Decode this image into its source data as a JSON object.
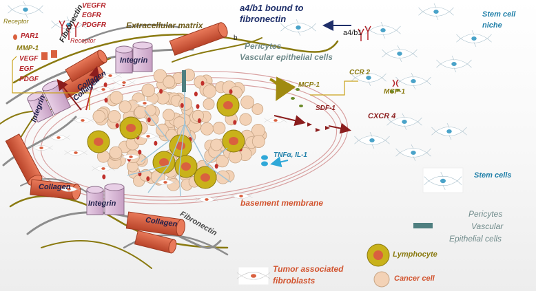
{
  "labels": {
    "receptor_left": "Receptor",
    "receptor_mid": "Receptor",
    "vegfr": "VEGFR",
    "egfr": "EGFR",
    "pdgfr": "PDGFR",
    "par1": "PAR1",
    "mmp1": "MMP-1",
    "vegf": "VEGF",
    "egf": "EGF",
    "pdgf": "PDGF",
    "ecm": "Extracellular matrix",
    "a4b1_line1": "a4/b1 bound to",
    "a4b1_line2": "fibronectin",
    "a4b1_arrow": "a4/b1",
    "b_small": "b",
    "pericytes_top_1": "Pericytes",
    "pericytes_top_2": "Vascular epithelial cells",
    "stem_niche_1": "Stem cell",
    "stem_niche_2": "niche",
    "mcp1_top": "MCP-1",
    "ccr2": "CCR 2",
    "mcp1_right": "MCP-1",
    "sdf1": "SDF-1",
    "cxcr4": "CXCR 4",
    "tnfa": "TNFα, IL-1",
    "basement": "basement  membrane",
    "fibronectin_left": "Fibronectin",
    "fibronectin_bottom": "Fibronectin",
    "collagen_top": "Collagen",
    "collagen_top2": "Collagen",
    "collagen_left": "Collagen",
    "collagen_bottom": "Collagen",
    "integrin_top": "Integrin",
    "integrin_left": "Integrin",
    "integrin_bottom": "Integrin"
  },
  "legend": {
    "stem_cells": "Stem cells",
    "pericytes_1": "Pericytes",
    "pericytes_2": "Vascular",
    "pericytes_3": "Epithelial cells",
    "lymphocyte": "Lymphocyte",
    "cancer_cell": "Cancer cell",
    "taf_1": "Tumor associated",
    "taf_2": "fibroblasts"
  },
  "colors": {
    "collagen": "#d9603f",
    "integrin": "#d9b8d6",
    "cancer": "#f3d2b6",
    "lymph_outer": "#c9b21a",
    "lymph_inner": "#d9603f",
    "stem_cell": "#4aa3c9",
    "pericyte": "#4f7f80"
  }
}
